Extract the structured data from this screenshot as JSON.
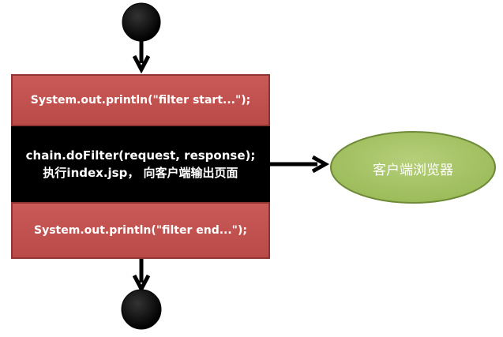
{
  "boxes": {
    "top_code": "System.out.println(\"filter start...\");",
    "middle_line1": "chain.doFilter(request, response);",
    "middle_line2": "执行index.jsp， 向客户端输出页面",
    "bottom_code": "System.out.println(\"filter end...\");"
  },
  "browser": {
    "label": "客户端浏览器"
  },
  "colors": {
    "box_red": "#c0504d",
    "box_red_border": "#8e3533",
    "middle_black": "#000000",
    "ellipse_green": "#9bbb59",
    "ellipse_border": "#6f8a38",
    "node_black": "#000000"
  }
}
